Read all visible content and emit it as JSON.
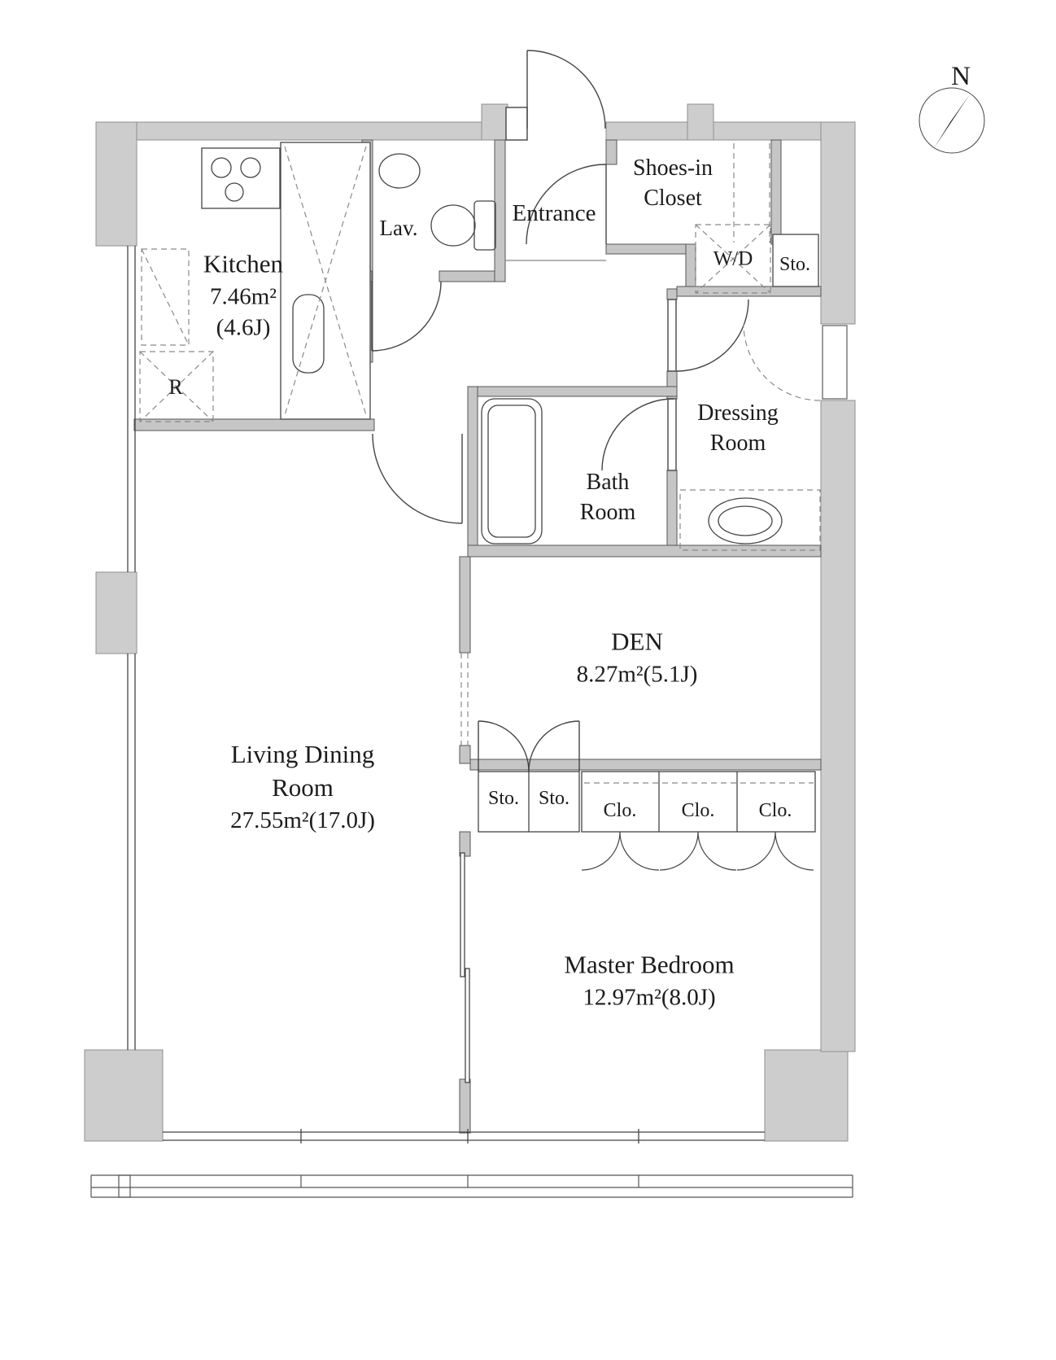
{
  "compass": {
    "label": "N"
  },
  "rooms": {
    "kitchen": {
      "name": "Kitchen",
      "area": "7.46m²",
      "size_j": "(4.6J)"
    },
    "lavatory": {
      "name": "Lav."
    },
    "entrance": {
      "name": "Entrance"
    },
    "shoes_closet": {
      "name": "Shoes-in Closet"
    },
    "washer_dryer": {
      "name": "W/D"
    },
    "hall_storage": {
      "name": "Sto."
    },
    "refrigerator": {
      "name": "R"
    },
    "dressing_room": {
      "name": "Dressing Room"
    },
    "bath_room": {
      "name": "Bath Room"
    },
    "den": {
      "name": "DEN",
      "area": "8.27m²(5.1J)"
    },
    "living_dining": {
      "name": "Living Dining Room",
      "area": "27.55m²(17.0J)"
    },
    "den_storage_1": {
      "name": "Sto."
    },
    "den_storage_2": {
      "name": "Sto."
    },
    "closet_1": {
      "name": "Clo."
    },
    "closet_2": {
      "name": "Clo."
    },
    "closet_3": {
      "name": "Clo."
    },
    "master_bedroom": {
      "name": "Master Bedroom",
      "area": "12.97m²(8.0J)"
    }
  },
  "colors": {
    "wall_fill": "#cdcdcd",
    "interior_wall_fill": "#c6c6c6",
    "line": "#444444",
    "background": "#ffffff"
  }
}
